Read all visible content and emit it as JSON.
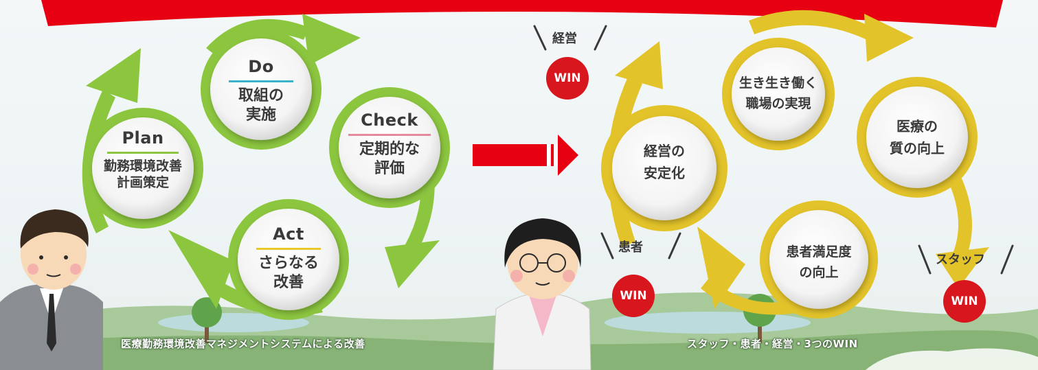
{
  "pdca": {
    "plan": {
      "head": "Plan",
      "body": "勤務環境改善\n計画策定",
      "underline": "#8cc63f"
    },
    "do": {
      "head": "Do",
      "body": "取組の\n実施",
      "underline": "#37b4c9"
    },
    "check": {
      "head": "Check",
      "body": "定期的な\n評価",
      "underline": "#e5899c"
    },
    "act": {
      "head": "Act",
      "body": "さらなる\n改善",
      "underline": "#e8c82a"
    },
    "caption": "医療勤務環境改善マネジメントシステムによる改善"
  },
  "wins": {
    "circles": {
      "management": "経営の\n安定化",
      "workplace": "生き生き働く\n職場の実現",
      "quality": "医療の\n質の向上",
      "satisfaction": "患者満足度\nの向上"
    },
    "labels": {
      "management": "経営",
      "patient": "患者",
      "staff": "スタッフ"
    },
    "badge": "WIN",
    "caption": "スタッフ・患者・経営・3つのWIN"
  },
  "colors": {
    "green": "#8cc63f",
    "yellow": "#e3c32a",
    "red": "#d7161e",
    "arrow": "#e60012"
  }
}
